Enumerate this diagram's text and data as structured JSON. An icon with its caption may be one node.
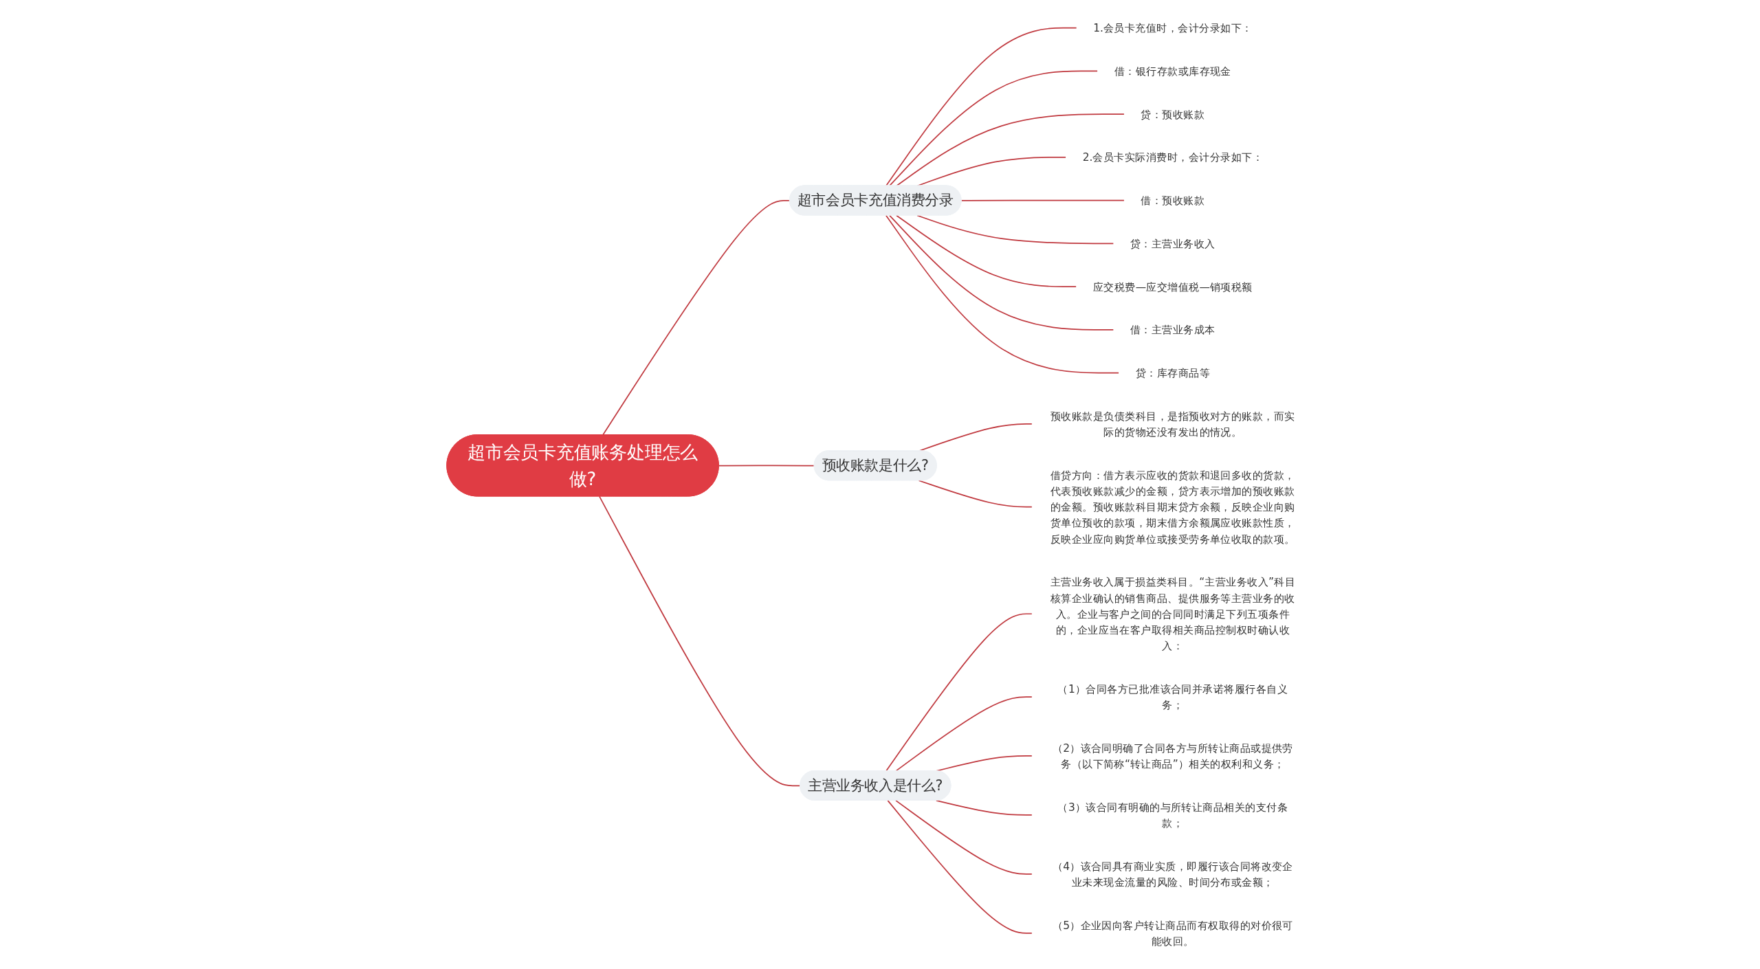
{
  "diagram": {
    "nodes": [
      {
        "text": [
          "超市会员卡充值账务处理怎么做?"
        ]
      },
      {
        "text": [
          "超市会员卡充值消费分录"
        ]
      },
      {
        "text": [
          "1.会员卡充值时，会计分录如下："
        ]
      },
      {
        "text": [
          "借：银行存款或库存现金"
        ]
      },
      {
        "text": [
          "贷：预收账款"
        ]
      },
      {
        "text": [
          "2.会员卡实际消费时，会计分录如下："
        ]
      },
      {
        "text": [
          "借：预收账款"
        ]
      },
      {
        "text": [
          "贷：主营业务收入"
        ]
      },
      {
        "text": [
          "应交税费—应交增值税—销项税额"
        ]
      },
      {
        "text": [
          "借：主营业务成本"
        ]
      },
      {
        "text": [
          "贷：库存商品等"
        ]
      },
      {
        "text": [
          "预收账款是什么?"
        ]
      },
      {
        "text": [
          "预收账款是负债类科目，是指预收对方的账款，而实际的货物还没有发出的情况。"
        ]
      },
      {
        "text": [
          "借贷方向：借方表示应收的货款和退回多收的货款，代表预收账款减少的金额，贷方表示增加的预收账款的金额。预收账款科目期末贷方余额，反映企业向购货单位预收的款项，期末借方余额属应收账款性质，反映企业应向购货单位或接受劳务单位收取的款项。"
        ]
      },
      {
        "text": [
          "主营业务收入是什么?"
        ]
      },
      {
        "text": [
          "主营业务收入属于损益类科目。“主营业务收入”科目核算企业确认的销售商品、提供服务等主营业务的收入。企业与客户之间的合同同时满足下列五项条件的，企业应当在客户取得相关商品控制权时确认收入："
        ]
      },
      {
        "text": [
          "（1）合同各方已批准该合同并承诺将履行各自义务；"
        ]
      },
      {
        "text": [
          "（2）该合同明确了合同各方与所转让商品或提供劳务（以下简称“转让商品”）相关的权利和义务；"
        ]
      },
      {
        "text": [
          "（3）该合同有明确的与所转让商品相关的支付条款；"
        ]
      },
      {
        "text": [
          "（4）该合同具有商业实质，即履行该合同将改变企业未来现金流量的风险、时间分布或金额；"
        ]
      },
      {
        "text": [
          "（5）企业因向客户转让商品而有权取得的对价很可能收回。"
        ]
      }
    ],
    "edges": [
      {
        "from": 0,
        "to": 1,
        "arrow": "none"
      },
      {
        "from": 1,
        "to": 2,
        "arrow": "none"
      },
      {
        "from": 1,
        "to": 3,
        "arrow": "none"
      },
      {
        "from": 1,
        "to": 4,
        "arrow": "none"
      },
      {
        "from": 1,
        "to": 5,
        "arrow": "none"
      },
      {
        "from": 1,
        "to": 6,
        "arrow": "none"
      },
      {
        "from": 1,
        "to": 7,
        "arrow": "none"
      },
      {
        "from": 1,
        "to": 8,
        "arrow": "none"
      },
      {
        "from": 1,
        "to": 9,
        "arrow": "none"
      },
      {
        "from": 1,
        "to": 10,
        "arrow": "none"
      },
      {
        "from": 0,
        "to": 11,
        "arrow": "none"
      },
      {
        "from": 11,
        "to": 12,
        "arrow": "none"
      },
      {
        "from": 11,
        "to": 13,
        "arrow": "none"
      },
      {
        "from": 0,
        "to": 14,
        "arrow": "none"
      },
      {
        "from": 14,
        "to": 15,
        "arrow": "none"
      },
      {
        "from": 14,
        "to": 16,
        "arrow": "none"
      },
      {
        "from": 14,
        "to": 17,
        "arrow": "none"
      },
      {
        "from": 14,
        "to": 18,
        "arrow": "none"
      },
      {
        "from": 14,
        "to": 19,
        "arrow": "none"
      },
      {
        "from": 14,
        "to": 20,
        "arrow": "none"
      }
    ]
  }
}
